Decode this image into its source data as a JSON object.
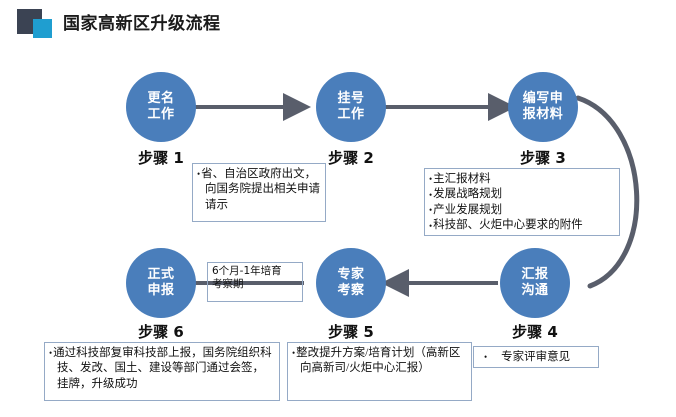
{
  "header": {
    "title": "国家高新区升级流程",
    "logo_dark_color": "#3b4353",
    "logo_blue_color": "#1f9ed0"
  },
  "theme": {
    "node_fill": "#4a7ebb",
    "node_text": "#ffffff",
    "connector": "#595e6b",
    "note_border": "#95aac6",
    "background": "#ffffff"
  },
  "diagram": {
    "type": "process-flow",
    "nodes": [
      {
        "id": "step1",
        "line1": "更名",
        "line2": "工作",
        "step_label": "步骤 1"
      },
      {
        "id": "step2",
        "line1": "挂号",
        "line2": "工作",
        "step_label": "步骤 2"
      },
      {
        "id": "step3",
        "line1": "编写申",
        "line2": "报材料",
        "step_label": "步骤 3"
      },
      {
        "id": "step4",
        "line1": "汇报",
        "line2": "沟通",
        "step_label": "步骤 4"
      },
      {
        "id": "step5",
        "line1": "专家",
        "line2": "考察",
        "step_label": "步骤 5"
      },
      {
        "id": "step6",
        "line1": "正式",
        "line2": "申报",
        "step_label": "步骤 6"
      }
    ],
    "arrow_label": {
      "line1": "6个月-1年培育",
      "line2": "考察期"
    },
    "notes": {
      "note1": {
        "items": [
          "省、自治区政府出文，向国务院提出相关申请请示"
        ]
      },
      "note3": {
        "items": [
          "主汇报材料",
          "发展战略规划",
          "产业发展规划",
          "科技部、火炬中心要求的附件"
        ]
      },
      "note4": {
        "items": [
          "专家评审意见"
        ]
      },
      "note5": {
        "items": [
          "整改提升方案/培育计划（高新区向高新司/火炬中心汇报）"
        ]
      },
      "note6": {
        "items": [
          "通过科技部复审科技部上报，国务院组织科技、发改、国土、建设等部门通过会签，挂牌，升级成功"
        ]
      }
    }
  }
}
